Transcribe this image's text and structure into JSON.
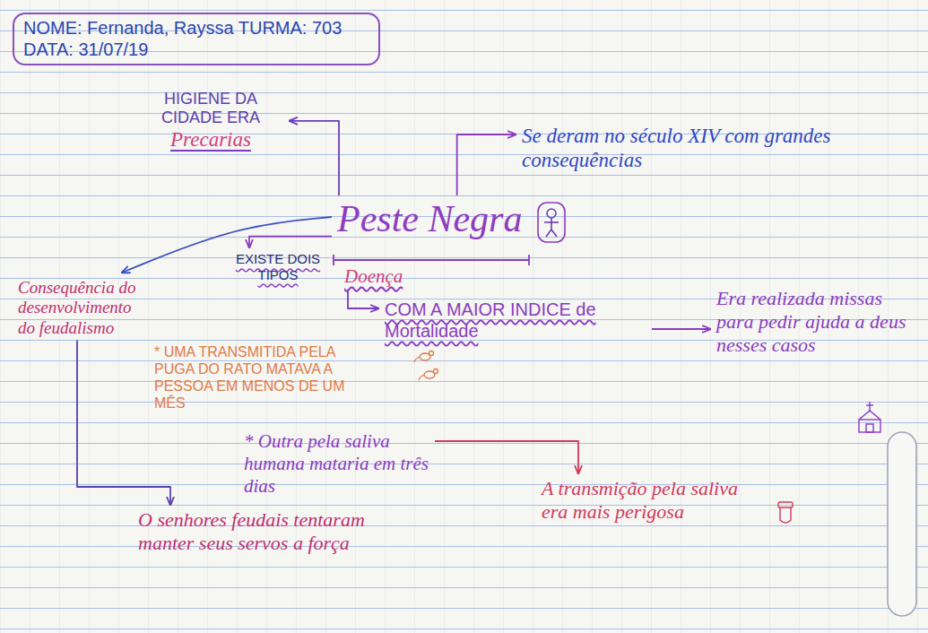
{
  "diagram": {
    "nodes": [
      {
        "text": [
          "NOME: Fernanda, Rayssa TURMA: 703",
          "DATA: 31/07/19"
        ]
      },
      {
        "text": [
          "HIGIENE DA CIDADE ERA",
          "Precarias"
        ]
      },
      {
        "text": [
          "Peste Negra"
        ]
      },
      {
        "text": [
          "Se deram no século XIV com grandes consequências"
        ]
      },
      {
        "text": [
          "Doença"
        ]
      },
      {
        "text": [
          "EXISTE DOIS TIPOS"
        ]
      },
      {
        "text": [
          "Consequência do desenvolvimento do feudalismo"
        ]
      },
      {
        "text": [
          "COM A MAIOR INDICE de Mortalidade"
        ]
      },
      {
        "text": [
          "Era realizada missas para pedir ajuda a deus nesses casos"
        ]
      },
      {
        "text": [
          "* UMA TRANSMITIDA PELA PUGA DO RATO MATAVA A PESSOA EM MENOS DE UM MÊS"
        ]
      },
      {
        "text": [
          "* Outra pela saliva humana mataria em três dias"
        ]
      },
      {
        "text": [
          "A transmição pela saliva era mais perigosa"
        ]
      },
      {
        "text": [
          "O senhores feudais tentaram manter seus servos a força"
        ]
      }
    ],
    "edges": [
      {
        "from": 2,
        "to": 1,
        "arrow": "to"
      },
      {
        "from": 2,
        "to": 3,
        "arrow": "to"
      },
      {
        "from": 2,
        "to": 6,
        "arrow": "to"
      },
      {
        "from": 2,
        "to": 5,
        "arrow": "to"
      },
      {
        "from": 4,
        "to": 7,
        "arrow": "to"
      },
      {
        "from": 7,
        "to": 8,
        "arrow": "to"
      },
      {
        "from": 6,
        "to": 12,
        "arrow": "to"
      },
      {
        "from": 10,
        "to": 11,
        "arrow": "to"
      }
    ]
  }
}
